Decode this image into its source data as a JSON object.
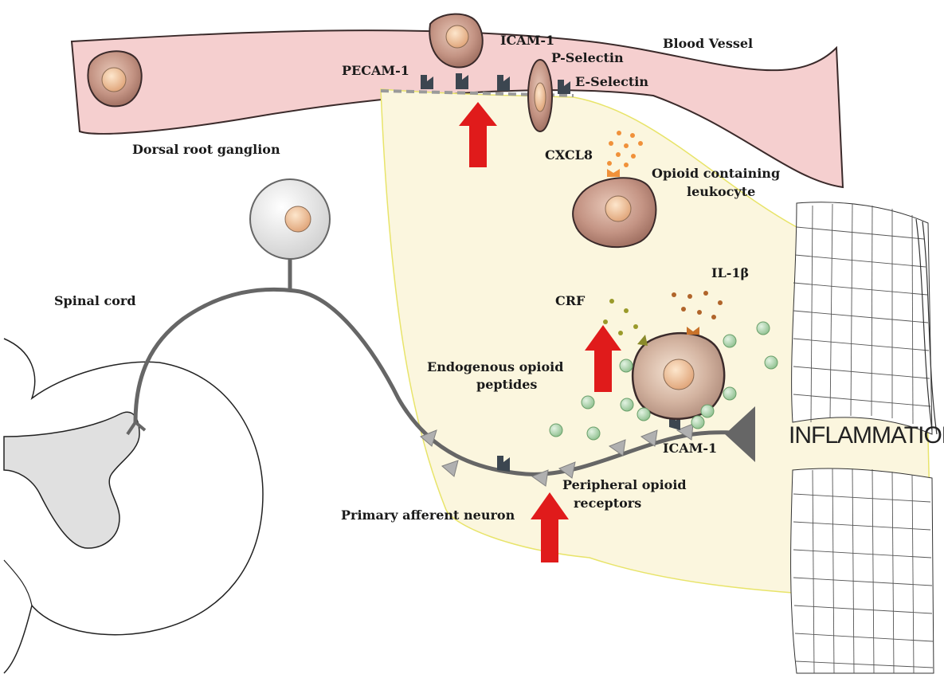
{
  "labels": {
    "blood_vessel": "Blood Vessel",
    "pecam1": "PECAM-1",
    "icam1_top": "ICAM-1",
    "p_selectin": "P-Selectin",
    "e_selectin": "E-Selectin",
    "dorsal_root_ganglion": "Dorsal root ganglion",
    "cxcl8": "CXCL8",
    "opioid_leukocyte_line1": "Opioid containing",
    "opioid_leukocyte_line2": "leukocyte",
    "il1b": "IL-1β",
    "crf": "CRF",
    "spinal_cord": "Spinal cord",
    "endogenous_line1": "Endogenous opioid",
    "endogenous_line2": "peptides",
    "icam1_bottom": "ICAM-1",
    "inflammation": "INFLAMMATION",
    "peripheral_line1": "Peripheral opioid",
    "peripheral_line2": "receptors",
    "primary_afferent": "Primary afferent neuron"
  },
  "colors": {
    "vessel_fill": "#f5cfcf",
    "tissue_fill": "#fbf6de",
    "tissue_border": "#e8e46a",
    "cell_body": "#c79a88",
    "cell_nucleus": "#f2c9a6",
    "neuron_line": "#666666",
    "arrow_red": "#e01b1b",
    "opioid_peptide": "#a9d3a9",
    "receptor_dark": "#3c4650",
    "grey_matter": "#e0e0e0"
  }
}
